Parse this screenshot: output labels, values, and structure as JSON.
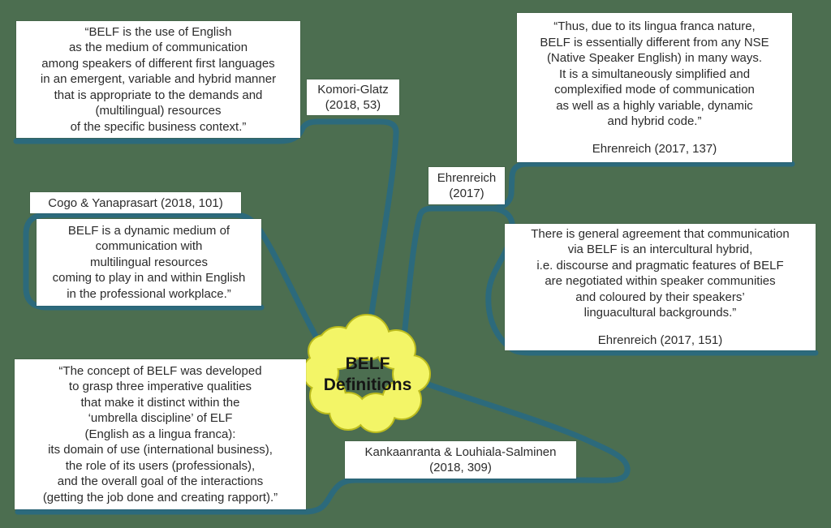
{
  "title": "BELF Definitions mind map",
  "colors": {
    "background": "#4C6E50",
    "branch": "#2C6A7C",
    "cloud_fill": "#F3F567",
    "cloud_border": "#BBBB1D",
    "box_bg": "#FFFFFF",
    "text": "#2B2B2B"
  },
  "center_node": {
    "label": "BELF\nDefinitions"
  },
  "labels": {
    "komori": "Komori-Glatz\n(2018, 53)",
    "ehrenreich": "Ehrenreich\n(2017)",
    "cogo": "Cogo & Yanaprasart (2018, 101)",
    "kankaanranta": "Kankaanranta & Louhiala-Salminen\n(2018, 309)"
  },
  "quotes": {
    "komori": "“BELF is the use of English\nas the medium of communication\namong speakers of different first languages\nin an emergent, variable and hybrid manner\nthat is appropriate to the demands and\n(multilingual) resources\nof the specific business context.”",
    "ehrenreich_137": {
      "text": "“Thus, due to its lingua franca nature,\nBELF is essentially different from any NSE\n(Native Speaker English) in many ways.\nIt is a simultaneously simplified and\ncomplexified mode of communication\nas well as a highly variable, dynamic\nand hybrid code.”",
      "citation": "Ehrenreich (2017, 137)"
    },
    "ehrenreich_151": {
      "text": "There is general agreement that communication\nvia BELF is an intercultural hybrid,\ni.e. discourse and pragmatic features of BELF\nare negotiated within speaker communities\nand coloured by their speakers’\nlinguacultural backgrounds.”",
      "citation": "Ehrenreich (2017, 151)"
    },
    "cogo": "BELF is a dynamic medium of\ncommunication with\nmultilingual resources\ncoming to play in and within English\nin the professional workplace.”",
    "kankaanranta": "“The concept of BELF was developed\nto grasp three imperative qualities\nthat make it distinct within the\n‘umbrella discipline’ of ELF\n(English as a lingua franca):\nits domain of use (international business),\nthe role of its users (professionals),\nand the overall goal of the interactions\n(getting the job done and creating rapport).”"
  }
}
